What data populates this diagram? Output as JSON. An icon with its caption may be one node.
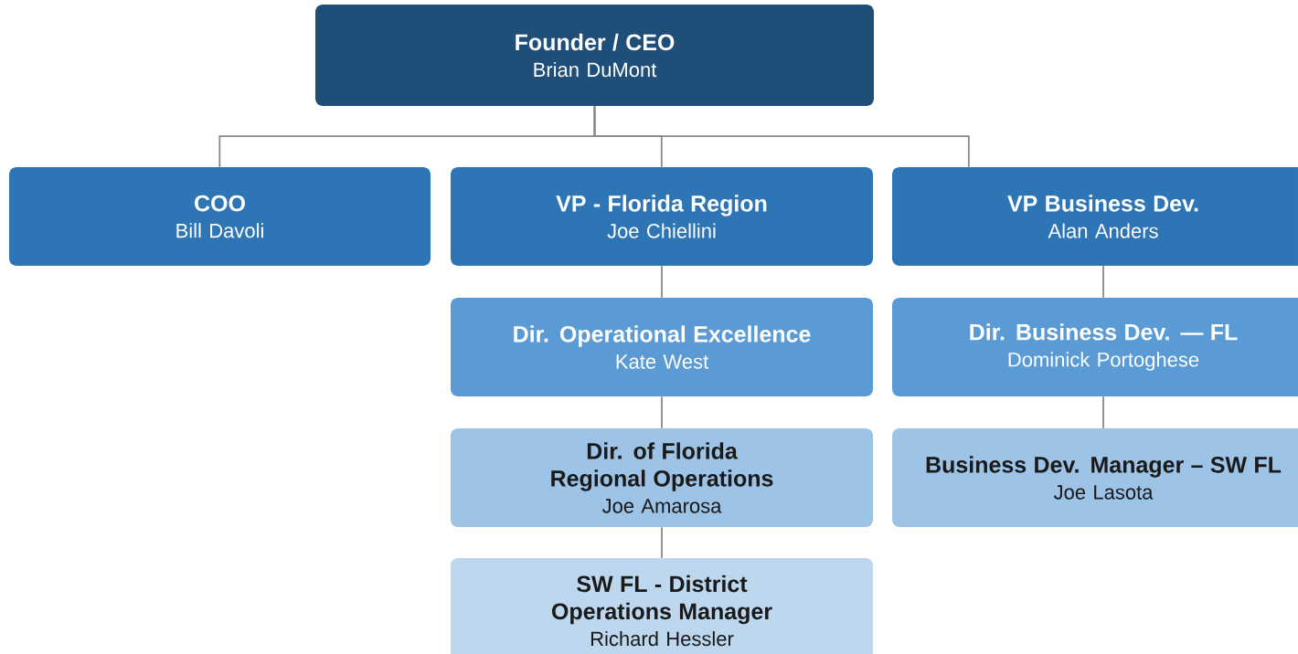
{
  "diagram": {
    "nodes": [
      {
        "text": [
          "Founder / CEO",
          "Brian DuMont"
        ]
      },
      {
        "text": [
          "COO",
          "Bill Davoli"
        ]
      },
      {
        "text": [
          "VP - Florida Region",
          "Joe Chiellini"
        ]
      },
      {
        "text": [
          "VP Business Dev.",
          "Alan Anders"
        ]
      },
      {
        "text": [
          "Dir. Operational Excellence",
          "Kate West"
        ]
      },
      {
        "text": [
          "Dir. Business Dev. — FL",
          "Dominick Portoghese"
        ]
      },
      {
        "text": [
          "Dir. of Florida Regional Operations",
          "Joe Amarosa"
        ]
      },
      {
        "text": [
          "Business Dev. Manager – SW FL",
          "Joe Lasota"
        ]
      },
      {
        "text": [
          "SW FL - District Operations Manager",
          "Richard Hessler"
        ]
      }
    ],
    "edges": [
      {
        "from": 0,
        "to": 1,
        "arrow": "none"
      },
      {
        "from": 0,
        "to": 2,
        "arrow": "none"
      },
      {
        "from": 0,
        "to": 3,
        "arrow": "none"
      },
      {
        "from": 2,
        "to": 4,
        "arrow": "none"
      },
      {
        "from": 4,
        "to": 6,
        "arrow": "none"
      },
      {
        "from": 6,
        "to": 8,
        "arrow": "none"
      },
      {
        "from": 3,
        "to": 5,
        "arrow": "none"
      },
      {
        "from": 5,
        "to": 7,
        "arrow": "none"
      }
    ]
  }
}
